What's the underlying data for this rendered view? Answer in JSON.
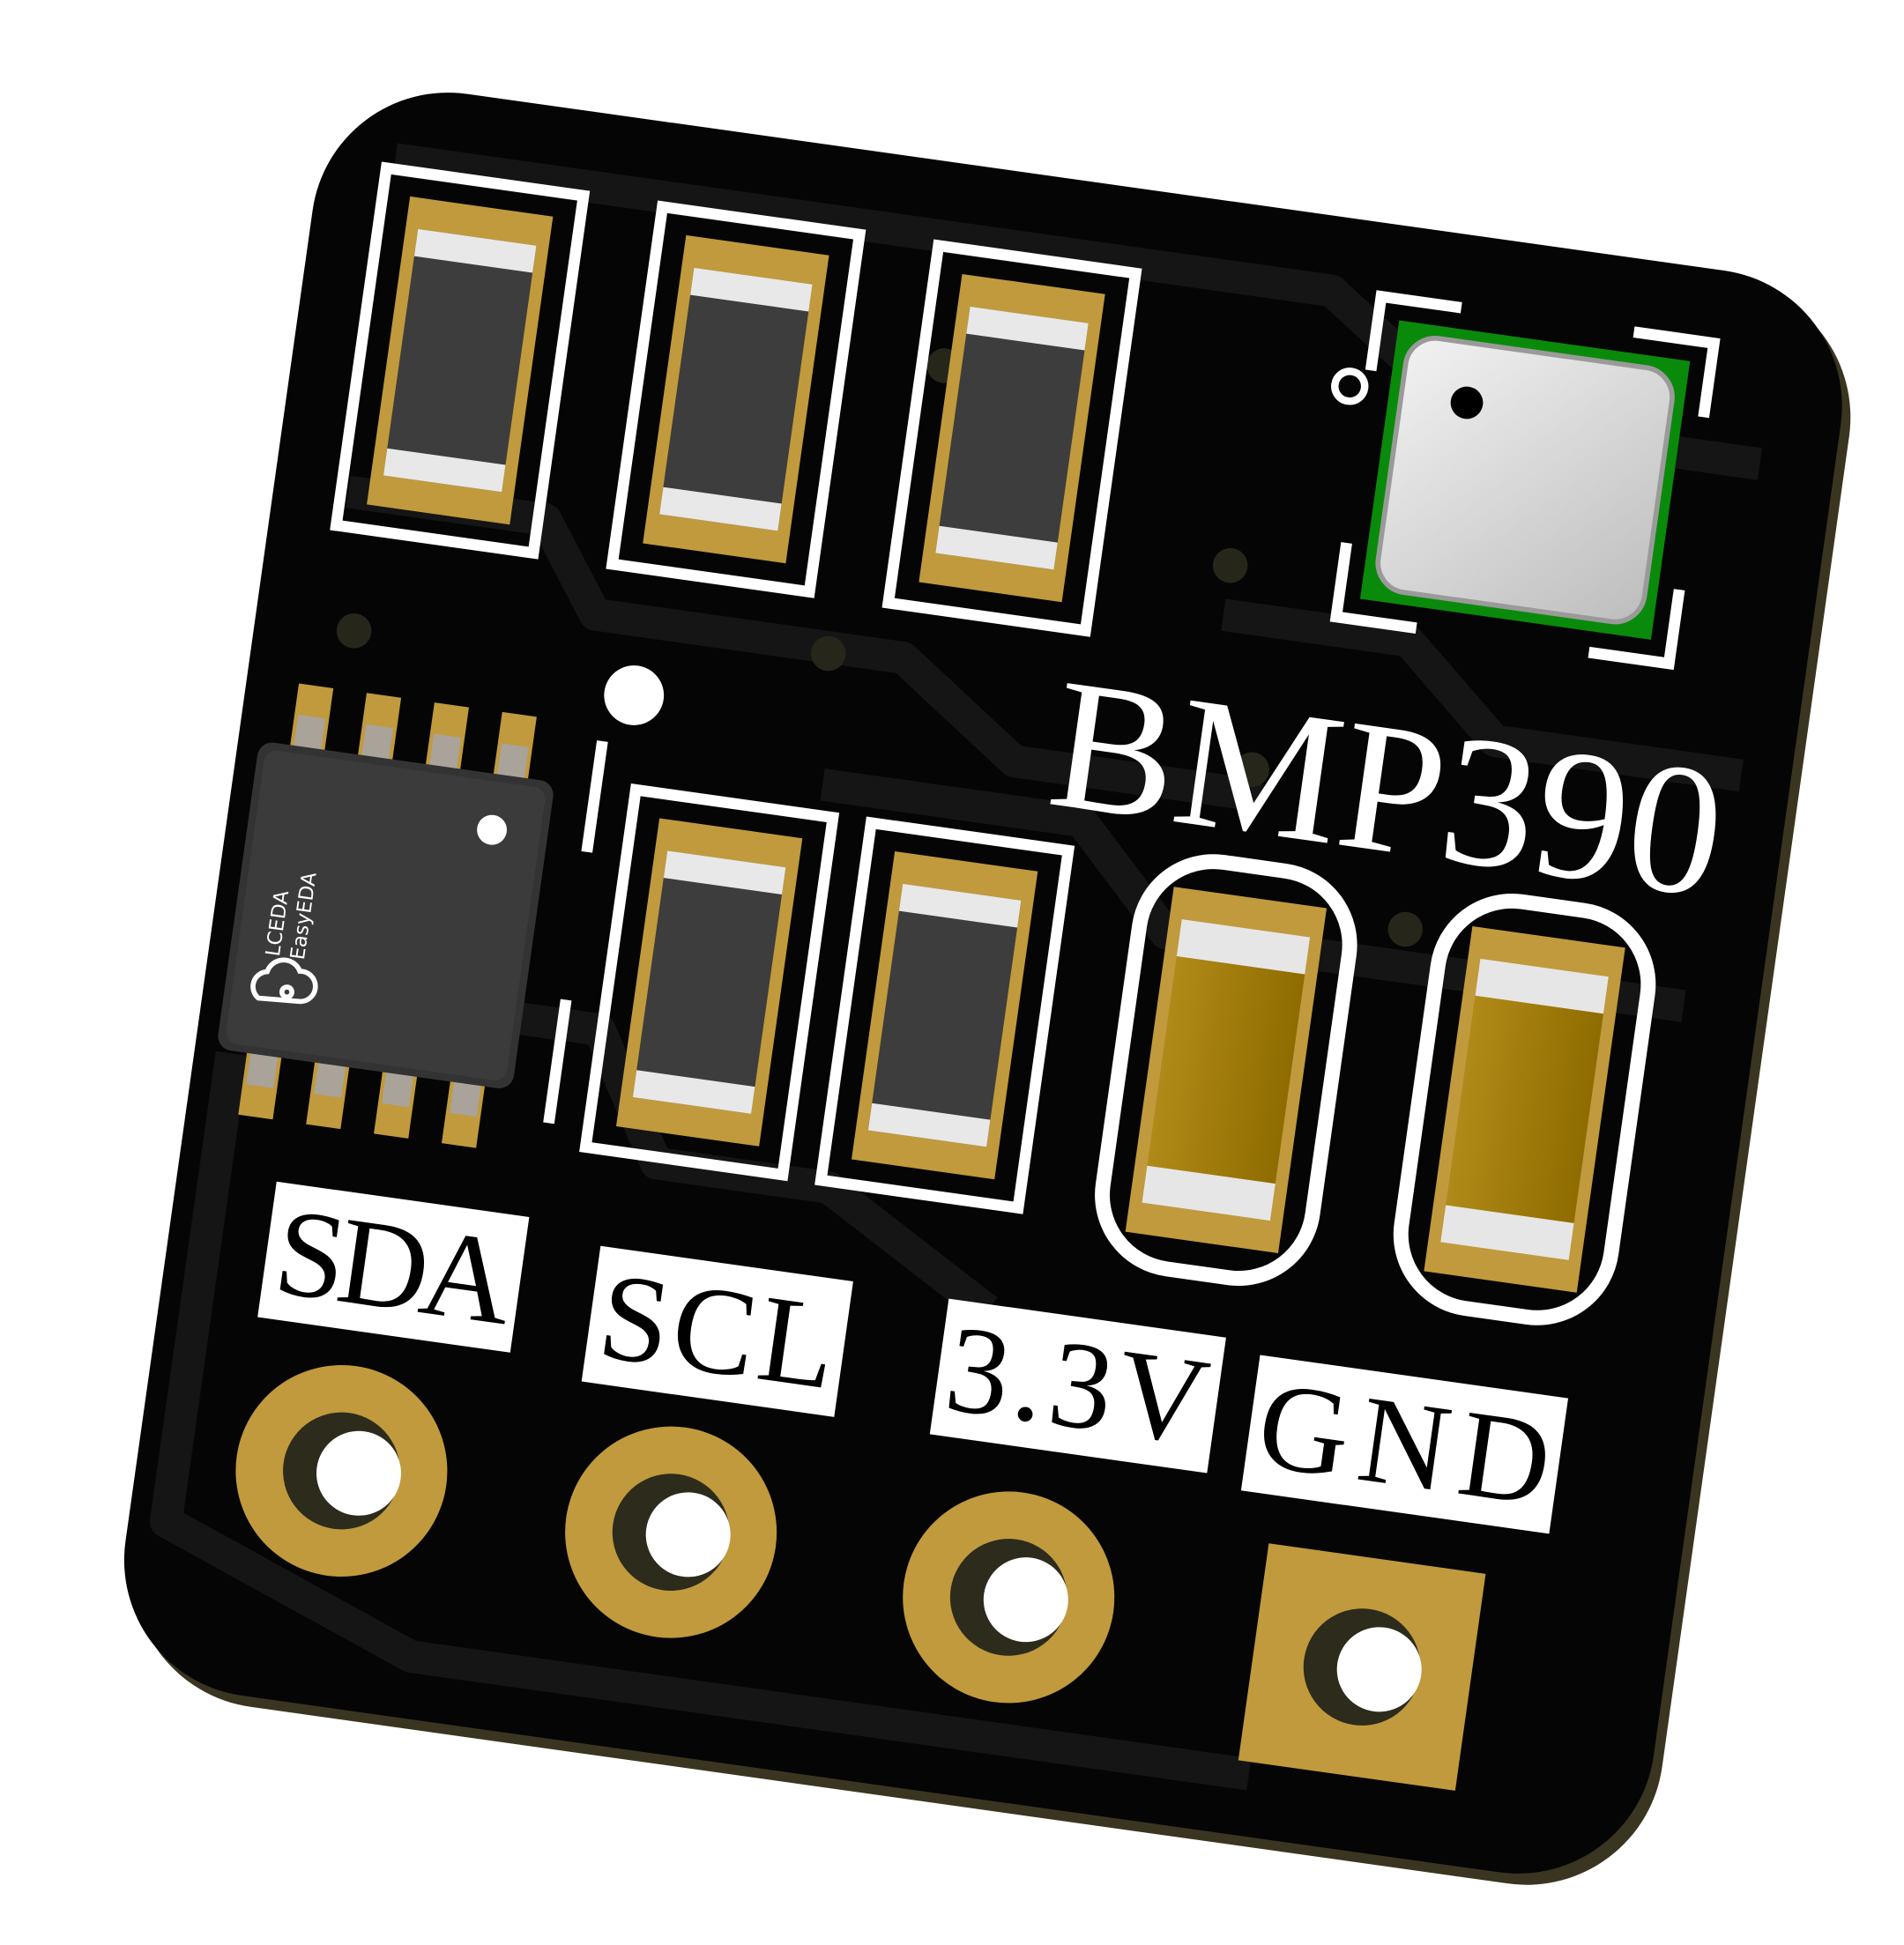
{
  "board": {
    "title": "BMP390",
    "colors": {
      "board": "#050505",
      "trace": "#141414",
      "pad": "#c09a3c",
      "silk": "#ffffff",
      "sensor_pad": "#0a8a0a"
    }
  },
  "chip": {
    "line1": "LCEDA",
    "line2": "EasyEDA",
    "logo_icon": "lceda-cloud-logo"
  },
  "pins": [
    {
      "label": "SDA"
    },
    {
      "label": "SCL"
    },
    {
      "label": "3.3V"
    },
    {
      "label": "GND"
    }
  ]
}
